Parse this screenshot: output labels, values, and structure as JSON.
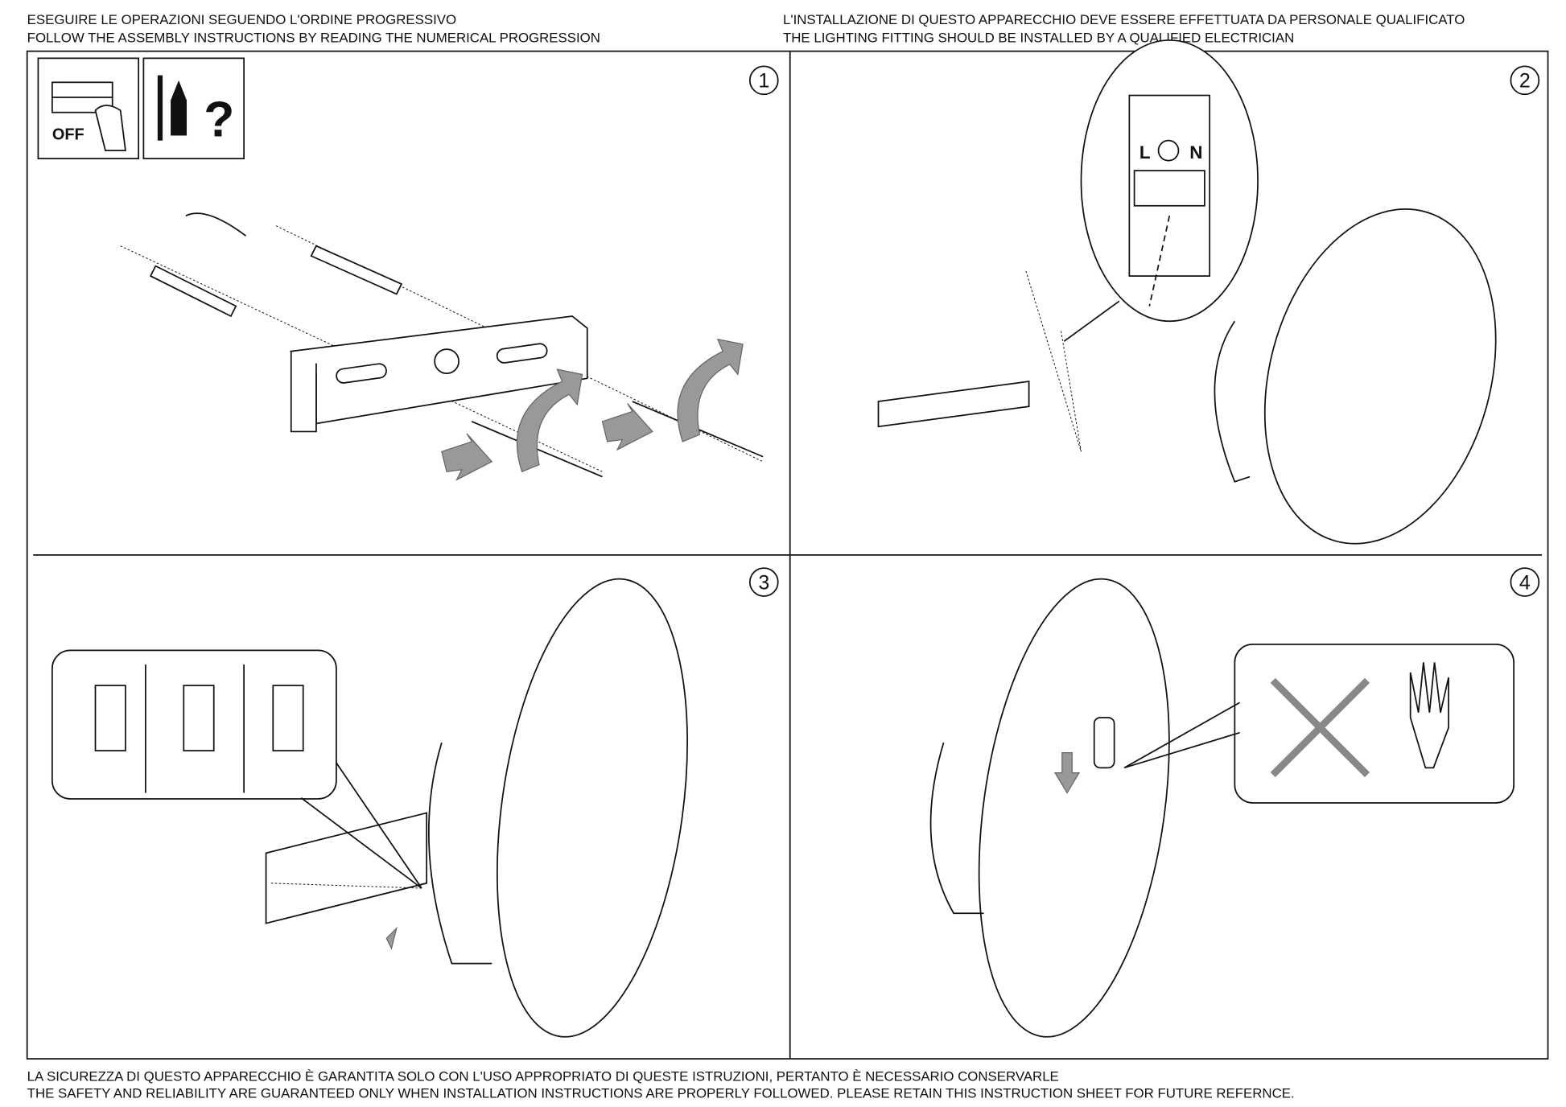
{
  "header": {
    "left_it": "ESEGUIRE LE OPERAZIONI SEGUENDO L'ORDINE PROGRESSIVO",
    "left_en": "FOLLOW THE ASSEMBLY INSTRUCTIONS BY READING THE NUMERICAL PROGRESSION",
    "right_it": "L'INSTALLAZIONE DI QUESTO APPARECCHIO DEVE ESSERE EFFETTUATA DA PERSONALE QUALIFICATO",
    "right_en": "THE LIGHTING FITTING SHOULD BE INSTALLED BY A QUALIFIED ELECTRICIAN"
  },
  "steps": [
    {
      "number": "1"
    },
    {
      "number": "2"
    },
    {
      "number": "3"
    },
    {
      "number": "4"
    }
  ],
  "icons": {
    "off_label": "OFF",
    "question_mark": "?"
  },
  "terminal": {
    "live": "L",
    "neutral": "N"
  },
  "footer": {
    "it": "LA SICUREZZA DI QUESTO APPARECCHIO È GARANTITA SOLO CON L'USO APPROPRIATO DI QUESTE ISTRUZIONI, PERTANTO È NECESSARIO CONSERVARLE",
    "en": "THE SAFETY AND RELIABILITY ARE GUARANTEED ONLY WHEN INSTALLATION INSTRUCTIONS ARE PROPERLY FOLLOWED. PLEASE RETAIN THIS INSTRUCTION SHEET FOR FUTURE REFERNCE."
  }
}
